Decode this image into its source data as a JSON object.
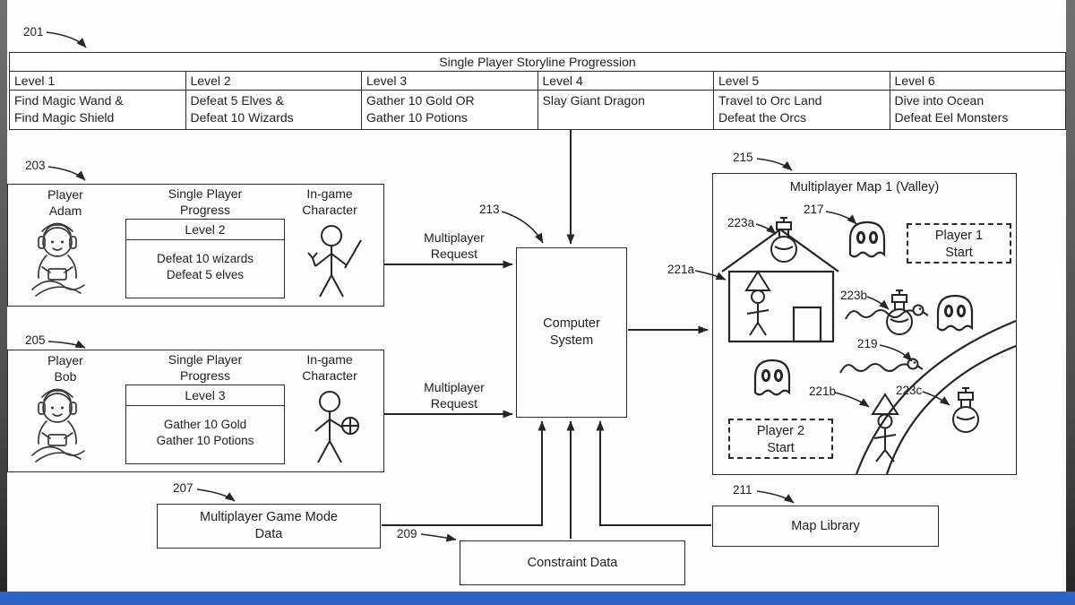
{
  "page": {
    "footer_bar_color": "#2e63c6",
    "edge_color": "#5f5f5f",
    "line_color": "#262626"
  },
  "refs": {
    "r201": "201",
    "r203": "203",
    "r205": "205",
    "r207": "207",
    "r209": "209",
    "r211": "211",
    "r213": "213",
    "r215": "215",
    "r217": "217",
    "r219": "219",
    "r221a": "221a",
    "r221b": "221b",
    "r223a": "223a",
    "r223b": "223b",
    "r223c": "223c"
  },
  "storyline_table": {
    "title": "Single Player Storyline Progression",
    "columns": [
      {
        "header": "Level 1",
        "tasks": [
          "Find Magic Wand &",
          "Find Magic Shield"
        ]
      },
      {
        "header": "Level 2",
        "tasks": [
          "Defeat 5 Elves &",
          "Defeat 10 Wizards"
        ]
      },
      {
        "header": "Level 3",
        "tasks": [
          "Gather 10 Gold OR",
          "Gather 10 Potions"
        ]
      },
      {
        "header": "Level 4",
        "tasks": [
          "Slay Giant Dragon",
          ""
        ]
      },
      {
        "header": "Level 5",
        "tasks": [
          "Travel to Orc Land",
          "Defeat the Orcs"
        ]
      },
      {
        "header": "Level 6",
        "tasks": [
          "Dive into Ocean",
          "Defeat Eel Monsters"
        ]
      }
    ]
  },
  "players": {
    "adam": {
      "name_line1": "Player",
      "name_line2": "Adam",
      "progress_line1": "Single Player",
      "progress_line2": "Progress",
      "level": "Level 2",
      "tasks": [
        "Defeat 10 wizards",
        "Defeat 5 elves"
      ],
      "character_line1": "In-game",
      "character_line2": "Character"
    },
    "bob": {
      "name_line1": "Player",
      "name_line2": "Bob",
      "progress_line1": "Single Player",
      "progress_line2": "Progress",
      "level": "Level 3",
      "tasks": [
        "Gather 10 Gold",
        "Gather 10 Potions"
      ],
      "character_line1": "In-game",
      "character_line2": "Character"
    }
  },
  "computer_system": {
    "line1": "Computer",
    "line2": "System"
  },
  "request_label": {
    "line1": "Multiplayer",
    "line2": "Request"
  },
  "map": {
    "title": "Multiplayer Map 1 (Valley)",
    "player1_line1": "Player 1",
    "player1_line2": "Start",
    "player2_line1": "Player 2",
    "player2_line2": "Start"
  },
  "data_boxes": {
    "game_mode_line1": "Multiplayer Game Mode",
    "game_mode_line2": "Data",
    "constraint": "Constraint Data",
    "map_library": "Map Library"
  }
}
